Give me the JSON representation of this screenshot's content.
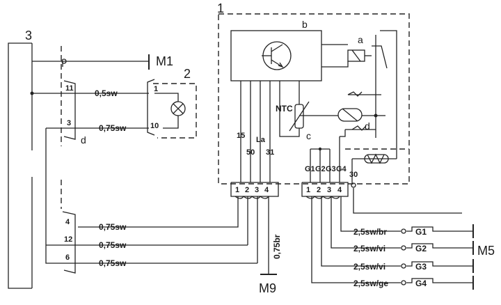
{
  "labels": {
    "n1": "1",
    "n2": "2",
    "n3": "3",
    "a": "a",
    "b": "b",
    "c": "c",
    "d_relay": "d",
    "d_left": "d",
    "ntc": "NTC",
    "m1": "M1",
    "m5": "M5",
    "m9": "M9",
    "pin15": "15",
    "pin50": "50",
    "pinLa": "La",
    "pin31": "31",
    "g1": "G1",
    "g2": "G2",
    "g3": "G3",
    "g4": "G4",
    "pin30": "30"
  },
  "left_connector_pins": [
    "11",
    "3",
    "4",
    "12",
    "6"
  ],
  "lamp_pins": [
    "1",
    "10"
  ],
  "plug_a_pins": [
    "1",
    "2",
    "3",
    "4"
  ],
  "plug_b_pins": [
    "1",
    "2",
    "3",
    "4"
  ],
  "left_wires": [
    "0,5sw",
    "0,75sw",
    "0,75sw",
    "0,75sw",
    "0,75sw"
  ],
  "vertical_wire": "0,75br",
  "glow_wires": [
    "2,5sw/br",
    "2,5sw/vi",
    "2,5sw/vi",
    "2,5sw/ge"
  ],
  "glow_plugs": [
    "G1",
    "G2",
    "G3",
    "G4"
  ]
}
